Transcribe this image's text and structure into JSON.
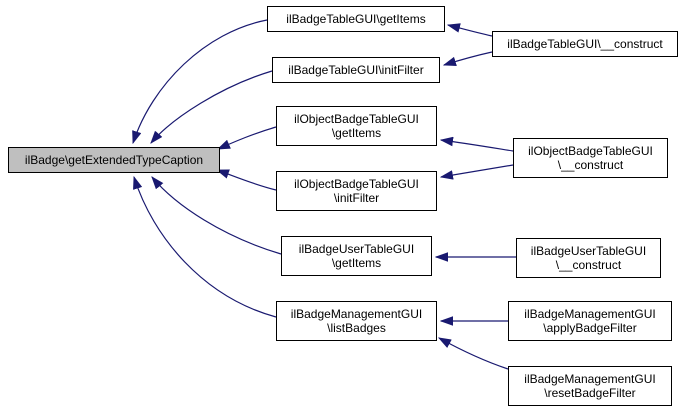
{
  "graph": {
    "type": "caller-graph",
    "colors": {
      "edge": "#191970",
      "node_border": "#000000",
      "node_fill": "#ffffff",
      "highlight_fill": "#bfbfbf",
      "text": "#000000",
      "background": "#ffffff"
    },
    "nodes": {
      "main": {
        "label": "ilBadge\\getExtendedTypeCaption",
        "highlighted": true
      },
      "badge_getitems": {
        "label": "ilBadgeTableGUI\\getItems"
      },
      "badge_initfilter": {
        "label": "ilBadgeTableGUI\\initFilter"
      },
      "badge_construct": {
        "label": "ilBadgeTableGUI\\__construct"
      },
      "obj_getitems": {
        "label": "ilObjectBadgeTableGUI\n\\getItems"
      },
      "obj_initfilter": {
        "label": "ilObjectBadgeTableGUI\n\\initFilter"
      },
      "obj_construct": {
        "label": "ilObjectBadgeTableGUI\n\\__construct"
      },
      "user_getitems": {
        "label": "ilBadgeUserTableGUI\n\\getItems"
      },
      "user_construct": {
        "label": "ilBadgeUserTableGUI\n\\__construct"
      },
      "mgmt_listbadges": {
        "label": "ilBadgeManagementGUI\n\\listBadges"
      },
      "mgmt_applyfilter": {
        "label": "ilBadgeManagementGUI\n\\applyBadgeFilter"
      },
      "mgmt_resetfilter": {
        "label": "ilBadgeManagementGUI\n\\resetBadgeFilter"
      }
    },
    "edges": [
      {
        "from": "ilBadgeTableGUI\\getItems",
        "to": "ilBadge\\getExtendedTypeCaption"
      },
      {
        "from": "ilBadgeTableGUI\\initFilter",
        "to": "ilBadge\\getExtendedTypeCaption"
      },
      {
        "from": "ilObjectBadgeTableGUI\\getItems",
        "to": "ilBadge\\getExtendedTypeCaption"
      },
      {
        "from": "ilObjectBadgeTableGUI\\initFilter",
        "to": "ilBadge\\getExtendedTypeCaption"
      },
      {
        "from": "ilBadgeUserTableGUI\\getItems",
        "to": "ilBadge\\getExtendedTypeCaption"
      },
      {
        "from": "ilBadgeManagementGUI\\listBadges",
        "to": "ilBadge\\getExtendedTypeCaption"
      },
      {
        "from": "ilBadgeTableGUI\\__construct",
        "to": "ilBadgeTableGUI\\getItems"
      },
      {
        "from": "ilBadgeTableGUI\\__construct",
        "to": "ilBadgeTableGUI\\initFilter"
      },
      {
        "from": "ilObjectBadgeTableGUI\\__construct",
        "to": "ilObjectBadgeTableGUI\\getItems"
      },
      {
        "from": "ilObjectBadgeTableGUI\\__construct",
        "to": "ilObjectBadgeTableGUI\\initFilter"
      },
      {
        "from": "ilBadgeUserTableGUI\\__construct",
        "to": "ilBadgeUserTableGUI\\getItems"
      },
      {
        "from": "ilBadgeManagementGUI\\applyBadgeFilter",
        "to": "ilBadgeManagementGUI\\listBadges"
      },
      {
        "from": "ilBadgeManagementGUI\\resetBadgeFilter",
        "to": "ilBadgeManagementGUI\\listBadges"
      }
    ]
  }
}
